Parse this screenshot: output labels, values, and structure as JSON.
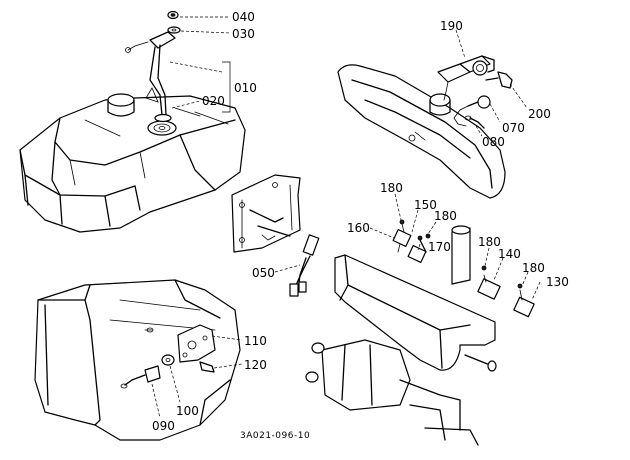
{
  "diagram_code": "3A021-096-10",
  "callouts": {
    "c040": "040",
    "c030": "030",
    "c010": "010",
    "c020": "020",
    "c190": "190",
    "c200": "200",
    "c070": "070",
    "c080": "080",
    "c180a": "180",
    "c150": "150",
    "c180b": "180",
    "c160": "160",
    "c170": "170",
    "c180c": "180",
    "c140": "140",
    "c180d": "180",
    "c130": "130",
    "c050": "050",
    "c110": "110",
    "c120": "120",
    "c100": "100",
    "c090": "090"
  }
}
